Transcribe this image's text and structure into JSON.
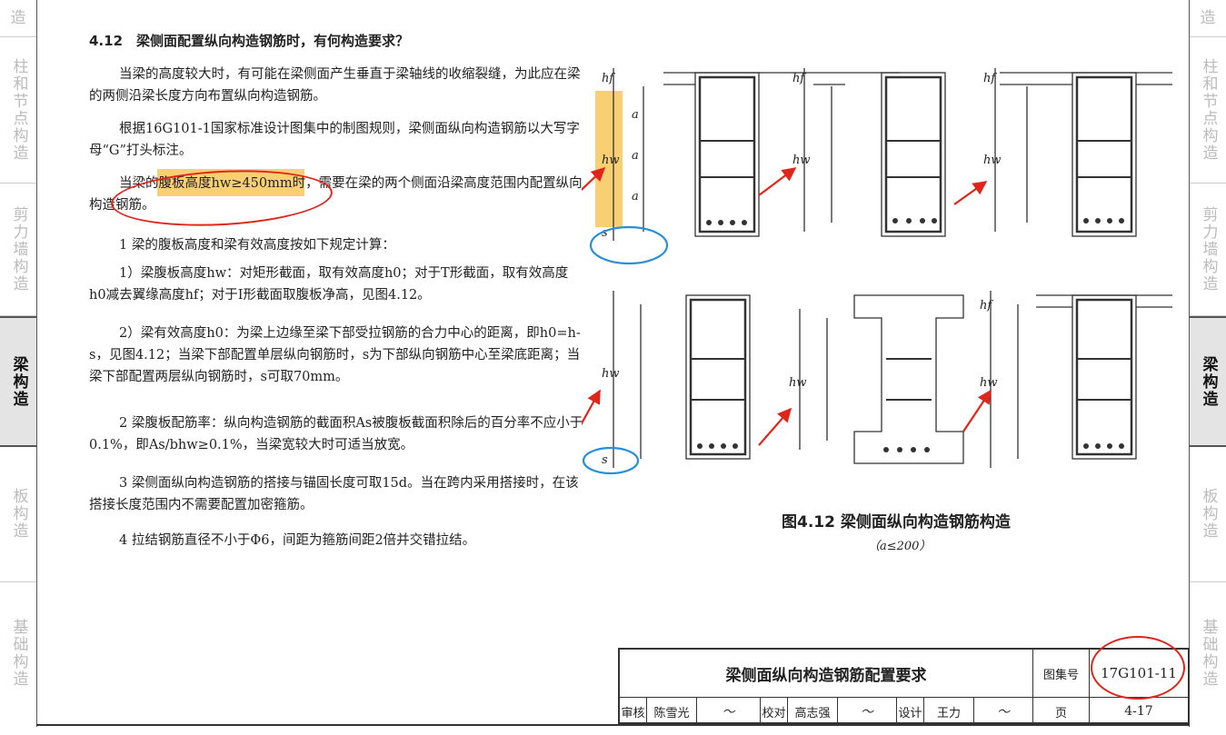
{
  "left_tabs": [
    "造",
    "柱和节点构造",
    "剪力墙构造",
    "梁构造",
    "板构造",
    "基础构造"
  ],
  "right_tabs": [
    "造",
    "柱和节点构造",
    "剪力墙构造",
    "梁构造",
    "板构造",
    "基础构造"
  ],
  "active_tab": "梁构造",
  "heading": "4.12　梁侧面配置纵向构造钢筋时，有何构造要求？",
  "paragraphs": [
    "当梁的高度较大时，有可能在梁侧面产生垂直于梁轴线的收缩裂缝，为此应在梁的两侧沿梁长度方向布置纵向构造钢筋。",
    "根据16G101-1国家标准设计图集中的制图规则，梁侧面纵向构造钢筋以大写字母“G”打头标注。",
    "当梁的腹板高度hw≥450mm时，需要在梁的两个侧面沿梁高度范围内配置纵向构造钢筋。",
    "1 梁的腹板高度和梁有效高度按如下规定计算：",
    "1）梁腹板高度hw：对矩形截面，取有效高度h0；对于T形截面，取有效高度h0减去翼缘高度hf；对于I形截面取腹板净高，见图4.12。",
    "2）梁有效高度h0：为梁上边缘至梁下部受拉钢筋的合力中心的距离，即h0=h-s，见图4.12；当梁下部配置单层纵向钢筋时，s为下部纵向钢筋中心至梁底距离；当梁下部配置两层纵向钢筋时，s可取70mm。",
    "2 梁腹板配筋率：纵向构造钢筋的截面积As被腹板截面积除后的百分率不应小于0.1%，即As/bhw≥0.1%，当梁宽较大时可适当放宽。",
    "3 梁侧面纵向构造钢筋的搭接与锚固长度可取15d。当在跨内采用搭接时，在该搭接长度范围内不需要配置加密箍筋。",
    "4 拉结钢筋直径不小于Φ6，间距为箍筋间距2倍并交错拉结。"
  ],
  "figure": {
    "caption": "图4.12  梁侧面纵向构造钢筋构造",
    "subcaption": "（a≤200）",
    "labels": {
      "hf": "hf",
      "hw": "hw",
      "a": "a",
      "s": "s"
    }
  },
  "title_block": {
    "title": "梁侧面纵向构造钢筋配置要求",
    "atlas_label": "图集号",
    "atlas_no": "17G101-11",
    "review_label": "审核",
    "review_name": "陈雪光",
    "check_label": "校对",
    "check_name": "高志强",
    "design_label": "设计",
    "design_name": "王力",
    "page_label": "页",
    "page_no": "4-17"
  },
  "colors": {
    "highlight": "#f7c85b",
    "red": "#e0251b",
    "blue": "#2a8fd8"
  }
}
